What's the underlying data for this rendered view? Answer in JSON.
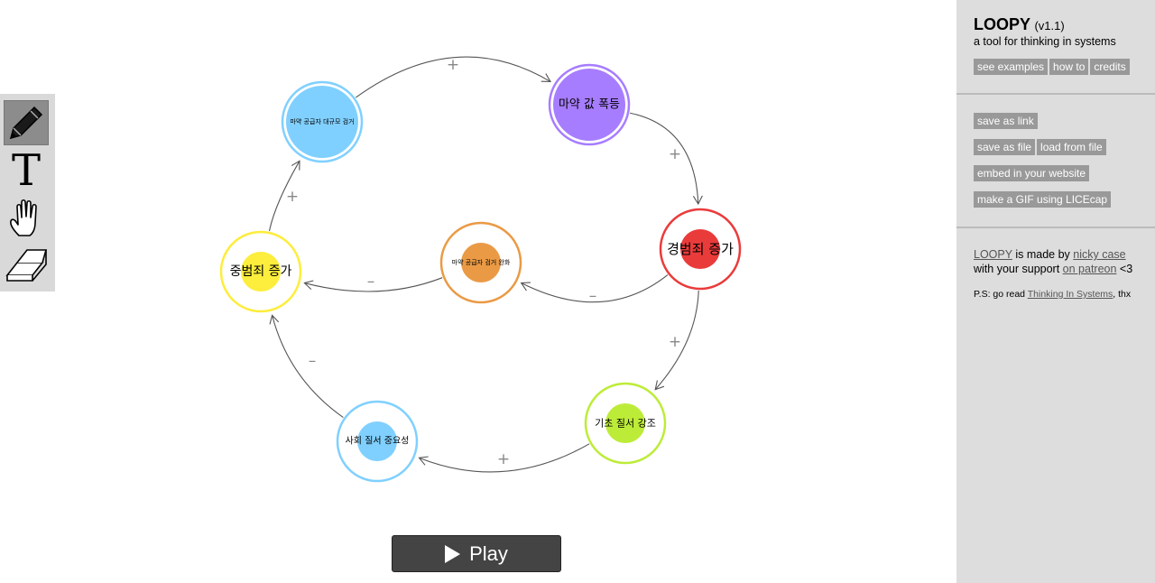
{
  "toolbar": {
    "tools": [
      {
        "name": "pencil",
        "icon": "pencil-icon",
        "active": true
      },
      {
        "name": "text",
        "icon": "text-icon",
        "glyph": "T",
        "active": false
      },
      {
        "name": "drag",
        "icon": "hand-icon",
        "active": false
      },
      {
        "name": "erase",
        "icon": "eraser-icon",
        "active": false
      }
    ]
  },
  "graph": {
    "nodes": [
      {
        "id": "n1",
        "label": "마약 공급자 대규모 검거",
        "color": "#80d0ff",
        "level": 1.0,
        "fontsize": 7
      },
      {
        "id": "n2",
        "label": "마약 값 폭등",
        "color": "#a77dff",
        "level": 1.0,
        "fontsize": 13
      },
      {
        "id": "n3",
        "label": "경범죄 증가",
        "color": "#ea3b3b",
        "level": 0.5,
        "fontsize": 15
      },
      {
        "id": "n4",
        "label": "기초 질서 강조",
        "color": "#bdec38",
        "level": 0.5,
        "fontsize": 11
      },
      {
        "id": "n5",
        "label": "사회 질서 중요성",
        "color": "#80d0ff",
        "level": 0.5,
        "fontsize": 10
      },
      {
        "id": "n6",
        "label": "중범죄 증가",
        "color": "#fded3c",
        "level": 0.5,
        "fontsize": 14
      },
      {
        "id": "n7",
        "label": "마약 공급자 검거 완화",
        "color": "#ea9a45",
        "level": 0.5,
        "fontsize": 7
      }
    ],
    "edges": [
      {
        "from": "n1",
        "to": "n2",
        "sign": "+"
      },
      {
        "from": "n2",
        "to": "n3",
        "sign": "+"
      },
      {
        "from": "n3",
        "to": "n4",
        "sign": "+"
      },
      {
        "from": "n4",
        "to": "n5",
        "sign": "+"
      },
      {
        "from": "n5",
        "to": "n6",
        "sign": "–"
      },
      {
        "from": "n6",
        "to": "n1",
        "sign": "+"
      },
      {
        "from": "n3",
        "to": "n7",
        "sign": "–"
      },
      {
        "from": "n7",
        "to": "n6",
        "sign": "–"
      }
    ]
  },
  "play": {
    "label": "Play"
  },
  "sidebar": {
    "title": "LOOPY",
    "version": "(v1.1)",
    "tagline": "a tool for thinking in systems",
    "top_buttons": [
      "see examples",
      "how to",
      "credits"
    ],
    "save_link": "save as link",
    "save_file": "save as file",
    "load_file": "load from file",
    "embed": "embed in your website",
    "gif": "make a GIF using LICEcap",
    "credits_loopy": "LOOPY",
    "credits_madeby": " is made by ",
    "credits_author": "nicky case",
    "credits_support": "with your support ",
    "credits_patreon": "on patreon",
    "credits_heart": " <3",
    "ps_prefix": "P.S: go read ",
    "ps_book": "Thinking In Systems",
    "ps_suffix": ", thx"
  }
}
